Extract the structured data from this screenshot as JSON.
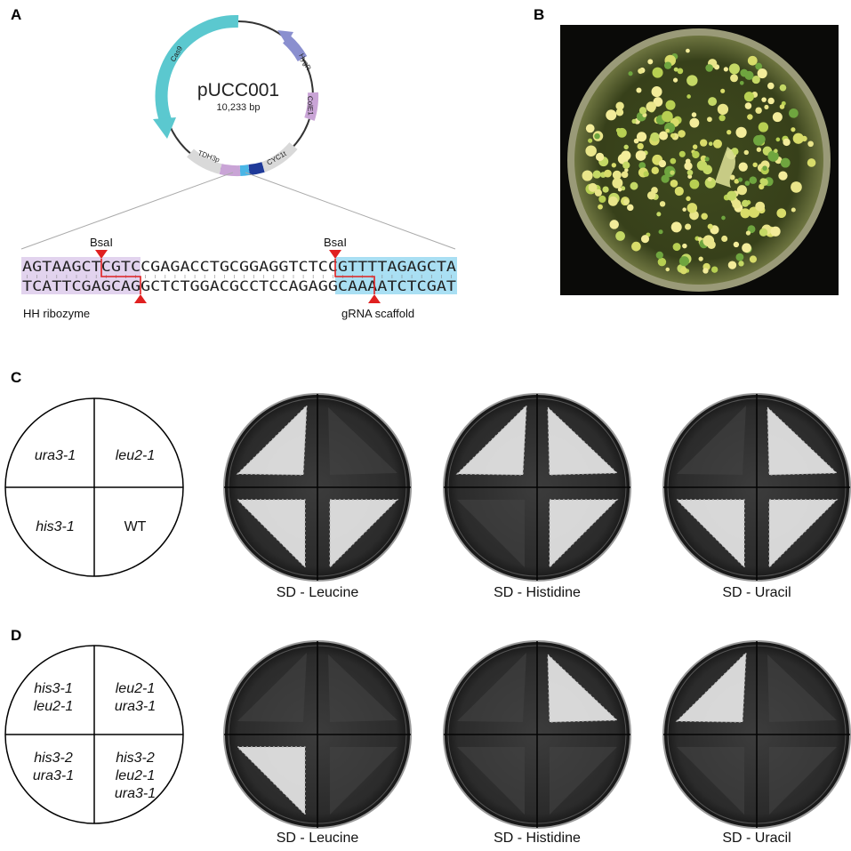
{
  "panels": {
    "a": "A",
    "b": "B",
    "c": "C",
    "d": "D"
  },
  "plasmid": {
    "name": "pUCC001",
    "size": "10,233 bp",
    "features": {
      "cas9": "Cas9",
      "hygr": "HygR",
      "cole1": "ColE1",
      "tdh3p": "TDH3p",
      "cyc1t": "CYC1t"
    },
    "colors": {
      "cas9": "#5bc8cf",
      "hygr": "#8a8fcf",
      "cole1": "#c9a4d6",
      "tdh3p": "#d9d9d9",
      "cyc1t": "#d9d9d9",
      "ribozyme": "#c9a4d6",
      "site": "#1f3a99",
      "scaffold": "#49b6e6"
    }
  },
  "sequence": {
    "top": "AGTAAGCTCGTCCGAGACCTGCGGAGGTCTCCGTTTTAGAGCTA",
    "bottom": "TCATTCGAGCAGGCTCTGGACGCCTCCAGAGGCAAAATCTCGAT",
    "enzyme_left": "BsaI",
    "enzyme_right": "BsaI",
    "left_region": "HH ribozyme",
    "right_region": "gRNA scaffold"
  },
  "panel_c": {
    "key": {
      "tl": "ura3-1",
      "tr": "leu2-1",
      "bl": "his3-1",
      "br": "WT"
    },
    "plates": [
      "SD - Leucine",
      "SD - Histidine",
      "SD - Uracil"
    ]
  },
  "panel_d": {
    "key": {
      "tl1": "his3-1",
      "tl2": "leu2-1",
      "tr1": "leu2-1",
      "tr2": "ura3-1",
      "bl1": "his3-2",
      "bl2": "ura3-1",
      "br1": "his3-2",
      "br2": "leu2-1",
      "br3": "ura3-1"
    },
    "plates": [
      "SD - Leucine",
      "SD - Histidine",
      "SD - Uracil"
    ]
  }
}
